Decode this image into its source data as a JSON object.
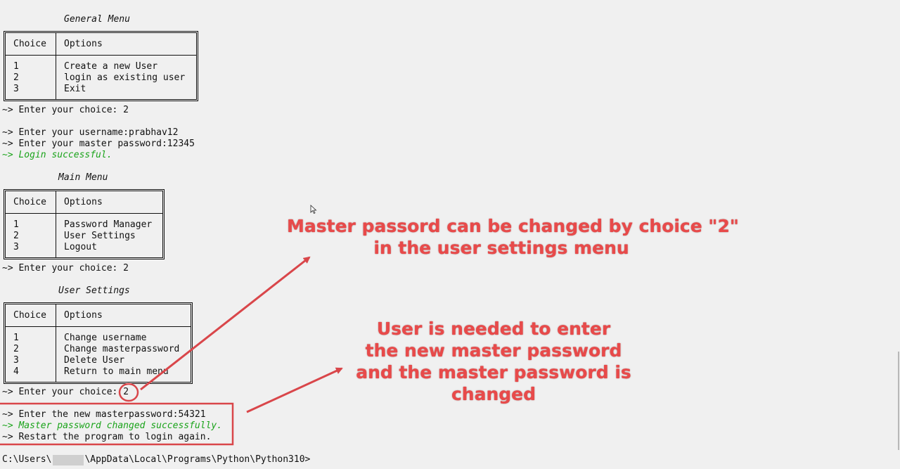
{
  "general_menu": {
    "title": "General Menu",
    "header": {
      "choice": "Choice",
      "options": "Options"
    },
    "rows": [
      {
        "choice": "1",
        "option": "Create a new User"
      },
      {
        "choice": "2",
        "option": "login as existing user"
      },
      {
        "choice": "3",
        "option": "Exit"
      }
    ]
  },
  "login_flow": {
    "prompt_choice": "~> Enter your choice: 2",
    "prompt_username": "~> Enter your username:prabhav12",
    "prompt_password": "~> Enter your master password:12345",
    "login_success": "~> Login successful."
  },
  "main_menu": {
    "title": "Main Menu",
    "header": {
      "choice": "Choice",
      "options": "Options"
    },
    "rows": [
      {
        "choice": "1",
        "option": "Password Manager"
      },
      {
        "choice": "2",
        "option": "User Settings"
      },
      {
        "choice": "3",
        "option": "Logout"
      }
    ],
    "prompt_choice": "~> Enter your choice: 2"
  },
  "user_settings": {
    "title": "User Settings",
    "header": {
      "choice": "Choice",
      "options": "Options"
    },
    "rows": [
      {
        "choice": "1",
        "option": "Change username"
      },
      {
        "choice": "2",
        "option": "Change masterpassword"
      },
      {
        "choice": "3",
        "option": "Delete User"
      },
      {
        "choice": "4",
        "option": "Return to main menu"
      }
    ],
    "prompt_choice_prefix": "~> Enter your choice:",
    "prompt_choice_value": "2"
  },
  "change_flow": {
    "prompt_new": "~> Enter the new masterpassword:54321",
    "changed": "~> Master password changed successfully.",
    "restart": "~> Restart the program to login again."
  },
  "shell_prompt": {
    "prefix": "C:\\Users\\",
    "suffix": "\\AppData\\Local\\Programs\\Python\\Python310>"
  },
  "annotations": {
    "top": "Master passord can be changed by choice \"2\"\nin the user settings menu",
    "bottom": "User is needed to enter\nthe new master password\nand the master password is\nchanged"
  },
  "colors": {
    "background": "#f0f0f0",
    "text": "#111111",
    "success": "#1aa31a",
    "annotation": "#e84a4a"
  }
}
